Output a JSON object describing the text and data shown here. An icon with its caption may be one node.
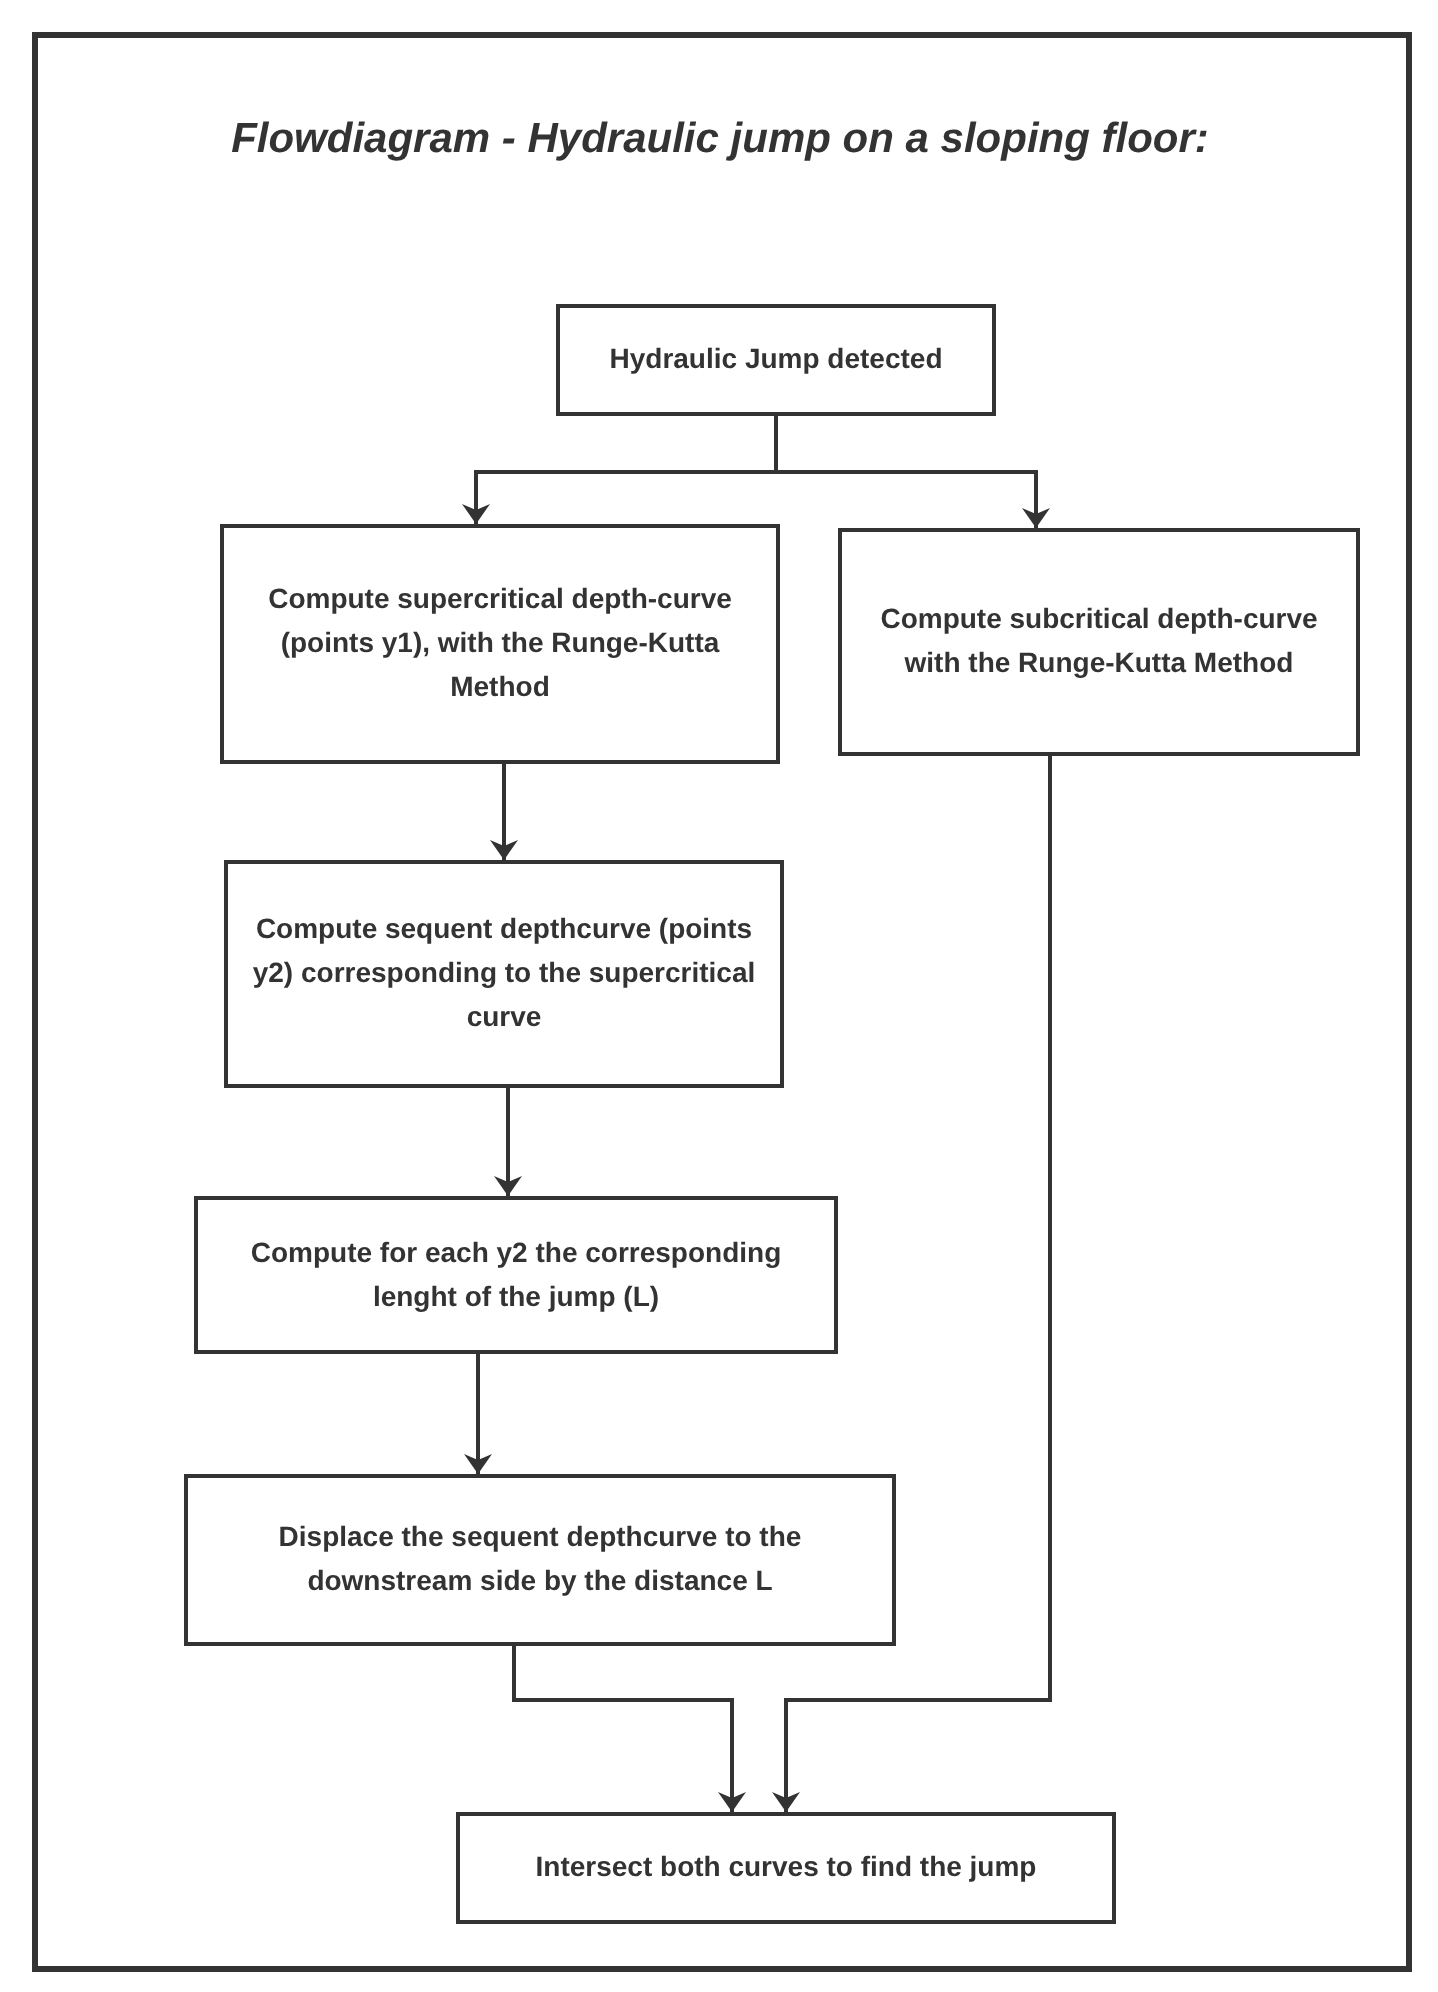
{
  "diagram": {
    "title": "Flowdiagram - Hydraulic jump on a sloping floor:",
    "nodes": [
      {
        "text": [
          "Hydraulic Jump detected"
        ]
      },
      {
        "text": [
          "Compute supercritical depth-curve (points y1), with the Runge-Kutta Method"
        ]
      },
      {
        "text": [
          "Compute subcritical depth-curve with the Runge-Kutta Method"
        ]
      },
      {
        "text": [
          "Compute sequent depthcurve (points y2) corresponding to the supercritical curve"
        ]
      },
      {
        "text": [
          "Compute for each y2 the corresponding lenght of the jump (L)"
        ]
      },
      {
        "text": [
          "Displace the sequent depthcurve to the downstream side by the distance L"
        ]
      },
      {
        "text": [
          "Intersect both curves to find the jump"
        ]
      }
    ],
    "edges": [
      {
        "from": 0,
        "to": 1,
        "arrow": "to"
      },
      {
        "from": 0,
        "to": 2,
        "arrow": "to"
      },
      {
        "from": 1,
        "to": 3,
        "arrow": "to"
      },
      {
        "from": 3,
        "to": 4,
        "arrow": "to"
      },
      {
        "from": 4,
        "to": 5,
        "arrow": "to"
      },
      {
        "from": 5,
        "to": 6,
        "arrow": "to"
      },
      {
        "from": 2,
        "to": 6,
        "arrow": "to"
      }
    ]
  }
}
